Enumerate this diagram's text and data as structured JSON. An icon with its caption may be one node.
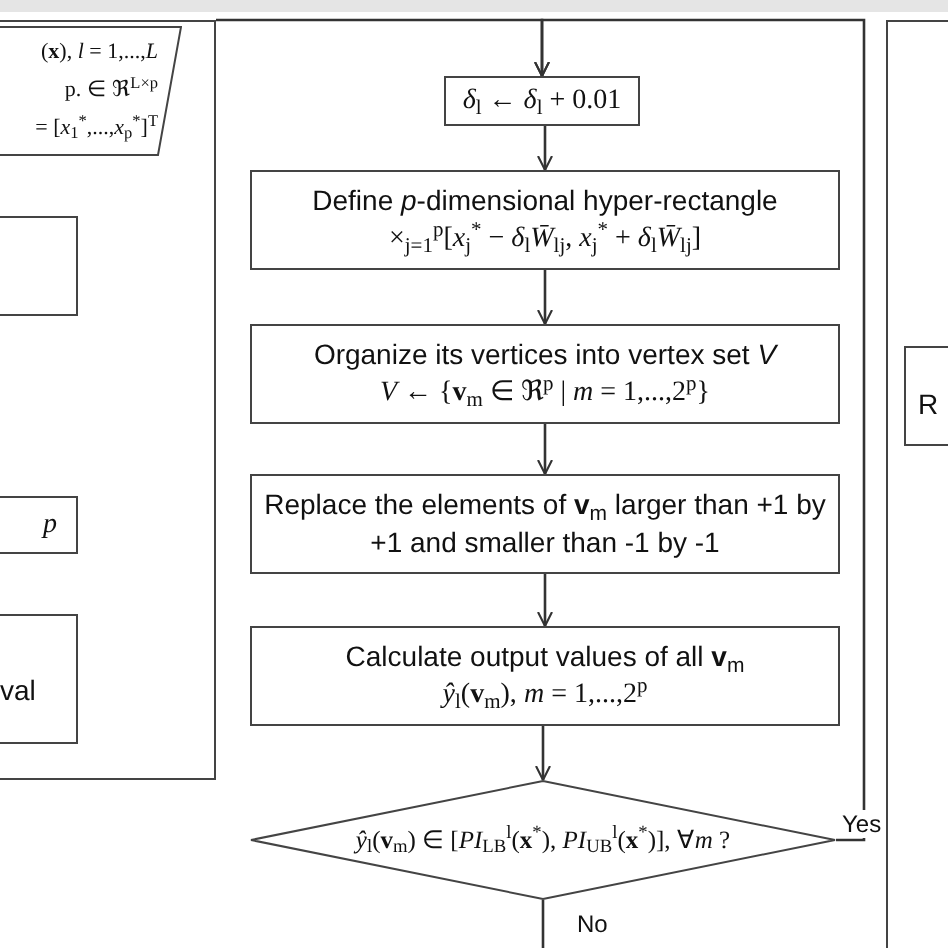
{
  "diagram": {
    "nodes": [
      {
        "text": [],
        "shape": "box"
      },
      {
        "text": [
          "(**x**), *l* = 1,...,*L*",
          "p. ∈ ℜ$^{L×p}$",
          "= [*x*$_{1}$$^{*}$,...,*x*$_{p}$$^{*}$]$^{T}$"
        ],
        "in": 0
      },
      {
        "text": [],
        "shape": "box",
        "in": 0
      },
      {
        "text": [
          "*p*"
        ],
        "in": 0
      },
      {
        "text": [
          "val"
        ],
        "in": 0
      },
      {
        "text": [
          "*δ*$_{l}$ ← *δ*$_{l}$ + 0.01"
        ]
      },
      {
        "text": [
          "Define *p*-dimensional hyper-rectangle",
          "×$_{j=1}$$^{p}$[*x*$_{j}$$^{*}$ − *δ*$_{l}$*W̄*$_{lj}$, *x*$_{j}$$^{*}$ + *δ*$_{l}$*W̄*$_{lj}$]"
        ]
      },
      {
        "text": [
          "Organize its vertices into vertex set *V*",
          "*V* ← {**v**$_{m}$ ∈ ℜ$^{p}$ | *m* = 1,...,2$^{p}$}"
        ]
      },
      {
        "text": [
          "Replace the elements of **v**$_{m}$ larger than +1 by +1 and smaller than -1 by -1"
        ]
      },
      {
        "text": [
          "Calculate output values of all **v**$_{m}$",
          "*ŷ*$_{l}$(**v**$_{m}$), *m* = 1,...,2$^{p}$"
        ]
      },
      {
        "text": [
          "*ŷ*$_{l}$(**v**$_{m}$) ∈ [*PI*$_{LB}$$^{l}$(**x**$^{*}$), *PI*$_{UB}$$^{l}$(**x**$^{*}$)], ∀*m* ?"
        ]
      },
      {
        "text": [],
        "shape": "box"
      },
      {
        "text": [
          "R"
        ],
        "in": 11
      }
    ],
    "edges": [
      {
        "from": 5,
        "to": 6,
        "arrow": "to"
      },
      {
        "from": 6,
        "to": 7,
        "arrow": "to"
      },
      {
        "from": 7,
        "to": 8,
        "arrow": "to"
      },
      {
        "from": 8,
        "to": 9,
        "arrow": "to"
      },
      {
        "from": 9,
        "to": 10,
        "arrow": "to"
      },
      {
        "from": 10,
        "to": 5,
        "arrow": "to",
        "label": "Yes"
      },
      {
        "from": 10,
        "to": null,
        "arrow": "none",
        "label": "No"
      },
      {
        "from": 0,
        "to": 5,
        "arrow": "to"
      }
    ]
  }
}
